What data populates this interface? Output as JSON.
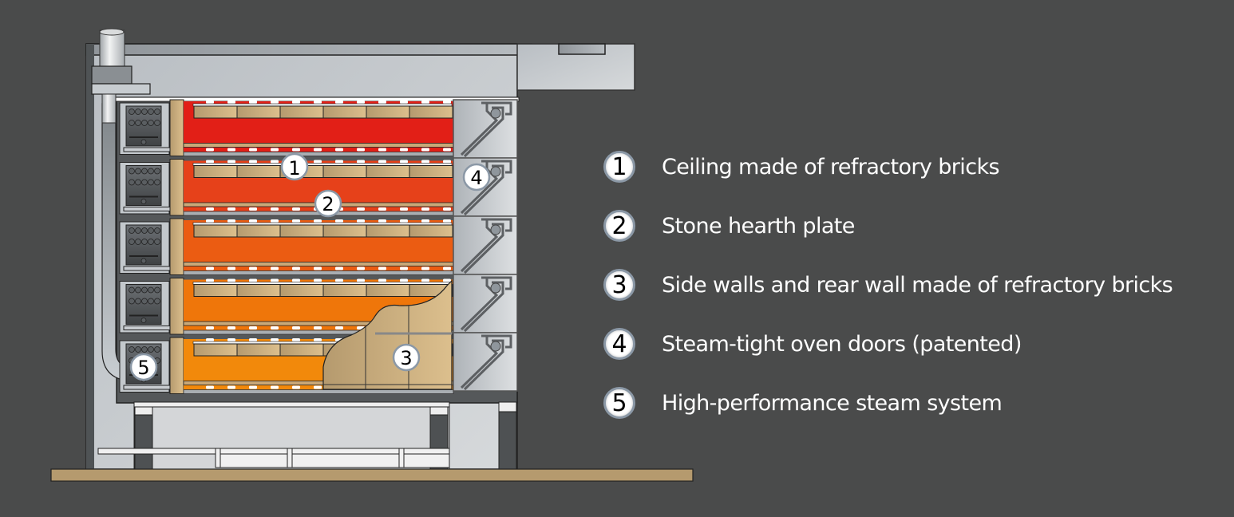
{
  "figure": {
    "subject": "Deck oven cross-section",
    "colors": {
      "background": "#4a4b4b",
      "deck_fire_top": "#e31f17",
      "deck_fire_bottom": "#f28a0c",
      "brick": "#c9a878",
      "steel_light": "#c3c8cc",
      "steel_dark": "#55585a",
      "base_board": "#b59a6e"
    },
    "decks": 5,
    "callouts": [
      {
        "number": "1",
        "target": "ceiling"
      },
      {
        "number": "2",
        "target": "hearth-plate"
      },
      {
        "number": "3",
        "target": "walls"
      },
      {
        "number": "4",
        "target": "oven-doors"
      },
      {
        "number": "5",
        "target": "steam-system"
      }
    ]
  },
  "legend": {
    "items": [
      {
        "number": "1",
        "label": "Ceiling made of refractory bricks"
      },
      {
        "number": "2",
        "label": "Stone hearth plate"
      },
      {
        "number": "3",
        "label": "Side walls and rear wall made of refractory bricks"
      },
      {
        "number": "4",
        "label": "Steam-tight oven doors (patented)"
      },
      {
        "number": "5",
        "label": "High-performance steam system"
      }
    ]
  }
}
